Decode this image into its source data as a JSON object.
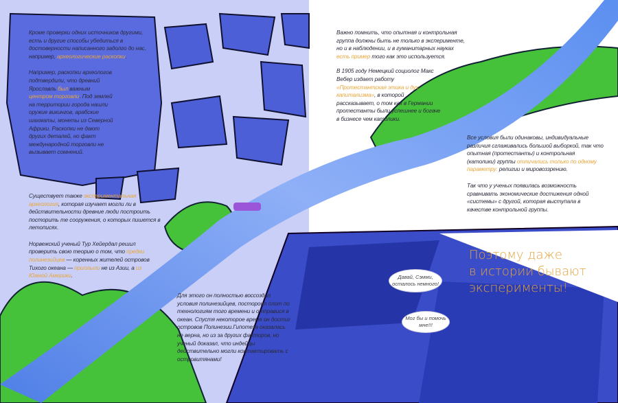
{
  "left": {
    "p1": [
      "Кроме проверки одних источников другими, есть и другие способы убедиться в достоверности написанного задолго до нас, например, ",
      "археологические раскопки",
      "."
    ],
    "p2": [
      "Например, раскопки археологов подтвердили, что древний Ярославль ",
      "был",
      " важным ",
      "центром торговли",
      ". Под землей на территории города нашли оружие викингов, арабские шахматы, монеты из Северной Африки. Раскопки не дают других деталей, но факт международной торговли не вызывает сомнений."
    ],
    "p3": [
      "Существует также ",
      "экспериментальная археология",
      ", которая изучает могли ли в действительности древние люди построить посторить те сооружения, о которых пишется в летописях."
    ],
    "p4": [
      "Норвежский ученый Тур Хейердал решил проверить свою теорию о том, что ",
      "предки полинезийцев",
      " — коренных жителей островов Тихого океана — ",
      "приплыли",
      " не из Азии, а ",
      "из Южной Америки",
      "."
    ],
    "p5": [
      "Для этого он полностью воссоздал условия полинезийцев, постороил плот по технологиям того времени и отправися в океан. Спустя некоторое время он достиг островов Полинезии.Гипотеза оказалась не верна, но из за других факторов, но ученый доказал, что индейцы действительно могли контактировать с островитянами!"
    ]
  },
  "right": {
    "p1": [
      "Важно помнить, что опытная и контрольная группа должны быть не только в эксперименте, но и в наблюдении, и в гуманитарных науках ",
      "есть пример",
      " того как это используется."
    ],
    "p2": [
      "В 1905 году Немецкий социолог Макс Вебер издает работу ",
      "«Протестантская этика и дух капитализма»",
      ", в которой рассказывает, о том как в Германии протестанты были успешнее и богаче в бизнесе чем католики."
    ],
    "p3": [
      "Все условия были одинаковы, индивидуальные различия сглаживались большой выборкой, так что опытная (протестанты) и контрольная (католики) группы ",
      "отличались только по одному параметру:",
      " религии и мировоззрению."
    ],
    "p4": [
      "Так что у ученых появилась возможность сравнивать экономические достижения одной «системы» с другой, которая выступала в качестве контрольной группы."
    ],
    "big": [
      "Поэтому даже",
      "в истории бывают",
      "эксперименты!"
    ],
    "bubble1": "Давай, Сэмми, осталось немного!",
    "bubble2": "Мог бы и помочь мне!!!"
  },
  "colors": {
    "accent": "#e8a53a",
    "blue": "#5a6fe0",
    "green": "#45c23a"
  }
}
